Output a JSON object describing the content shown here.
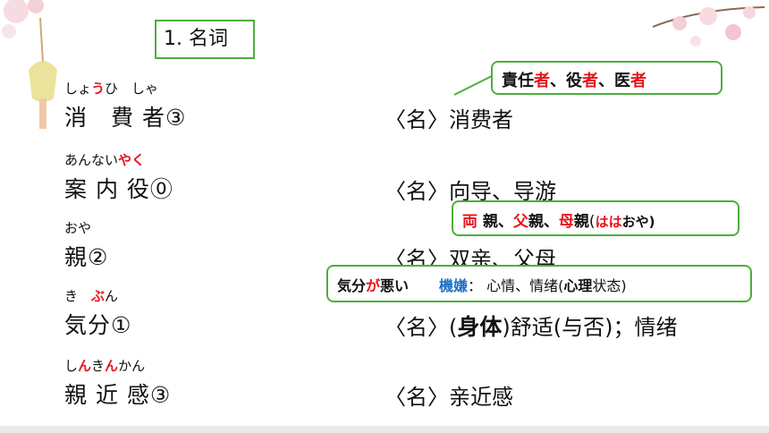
{
  "section": {
    "title": "1. 名词"
  },
  "entries": [
    {
      "ruby_parts": [
        {
          "t": "しょ",
          "red": false
        },
        {
          "t": "う",
          "red": true
        },
        {
          "t": "ひ　しゃ",
          "red": false
        }
      ],
      "word": "消　費 者③",
      "def": "〈名〉消费者"
    },
    {
      "ruby_parts": [
        {
          "t": "あんない",
          "red": false
        },
        {
          "t": "やく",
          "red": true
        }
      ],
      "word": "案 内 役⓪",
      "def": "〈名〉向导、导游"
    },
    {
      "ruby_parts": [
        {
          "t": "おや",
          "red": false
        }
      ],
      "word": "親②",
      "def": "〈名〉双亲、父母"
    },
    {
      "ruby_parts": [
        {
          "t": "き　",
          "red": false
        },
        {
          "t": "ぶ",
          "red": true
        },
        {
          "t": "ん",
          "red": false
        }
      ],
      "word": "気分①",
      "def_prefix": "〈名〉(",
      "def_bold": "身体",
      "def_suffix": ")舒适(与否)；情绪"
    },
    {
      "ruby_parts": [
        {
          "t": "し",
          "red": false
        },
        {
          "t": "ん",
          "red": true
        },
        {
          "t": "き",
          "red": false
        },
        {
          "t": "ん",
          "red": true
        },
        {
          "t": "かん",
          "red": false
        }
      ],
      "word": "親 近 感③",
      "def": "〈名〉亲近感"
    }
  ],
  "callouts": {
    "c1": {
      "a": "責任",
      "b": "者",
      "c": "、役",
      "d": "者",
      "e": "、医",
      "f": "者"
    },
    "c2": {
      "a": "両",
      "b": " 親、",
      "c": "父",
      "d": "親、",
      "e": "母",
      "f": "親",
      "g": "(",
      "h": "はは",
      "i": "おや)"
    },
    "c3": {
      "a": "気分",
      "b": "が",
      "c": "悪い",
      "d": "機嫌",
      "e": "：  心情、情绪(",
      "f": "心理",
      "g": "状态)"
    }
  },
  "colors": {
    "accent_green": "#4caf3a",
    "red": "#e8141c",
    "blue": "#1f6fc7"
  }
}
